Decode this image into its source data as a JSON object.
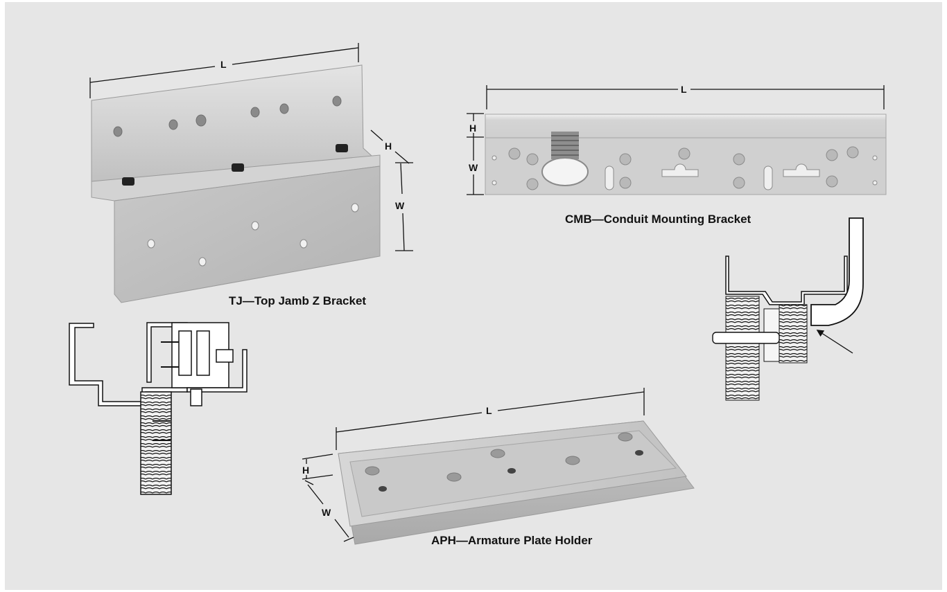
{
  "captions": {
    "tj": "TJ—Top Jamb Z Bracket",
    "cmb": "CMB—Conduit Mounting Bracket",
    "aph": "APH—Armature Plate Holder"
  },
  "dimensions": {
    "length": "L",
    "height": "H",
    "width": "W"
  },
  "colors": {
    "panel": "#e6e6e6",
    "metal_light": "#dcdcdc",
    "metal_mid": "#c4c4c4",
    "metal_dark": "#9e9e9e",
    "ink": "#111111"
  }
}
